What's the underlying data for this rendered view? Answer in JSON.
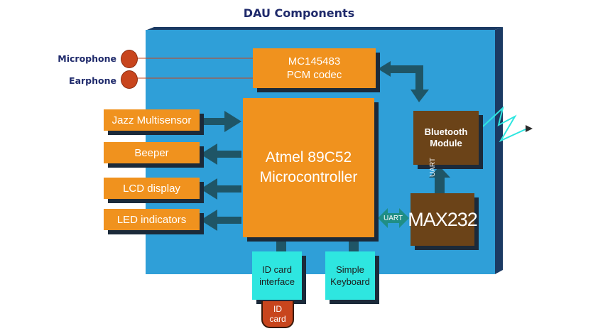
{
  "title": "DAU Components",
  "side_labels": {
    "microphone": "Microphone",
    "earphone": "Earphone"
  },
  "blocks": {
    "codec_line1": "MC145483",
    "codec_line2": "PCM codec",
    "mcu_line1": "Atmel 89C52",
    "mcu_line2": "Microcontroller",
    "bluetooth_line1": "Bluetooth",
    "bluetooth_line2": "Module",
    "max232": "MAX232",
    "id_interface_line1": "ID card",
    "id_interface_line2": "interface",
    "keyboard_line1": "Simple",
    "keyboard_line2": "Keyboard",
    "id_card_line1": "ID",
    "id_card_line2": "card"
  },
  "peripherals": {
    "jazz": "Jazz Multisensor",
    "beeper": "Beeper",
    "lcd": "LCD display",
    "led": "LED indicators"
  },
  "links": {
    "uart_horizontal": "UART",
    "uart_vertical": "UART"
  },
  "colors": {
    "board": "#2f9fd8",
    "board_edge": "#1b3a63",
    "block_orange": "#f0921e",
    "block_teal": "#2ee6e0",
    "block_brown": "#6b4318",
    "arrow": "#1f5566",
    "connector_red": "#c8451d",
    "title": "#1f2a6b"
  },
  "icons": [
    "lightning-icon"
  ]
}
